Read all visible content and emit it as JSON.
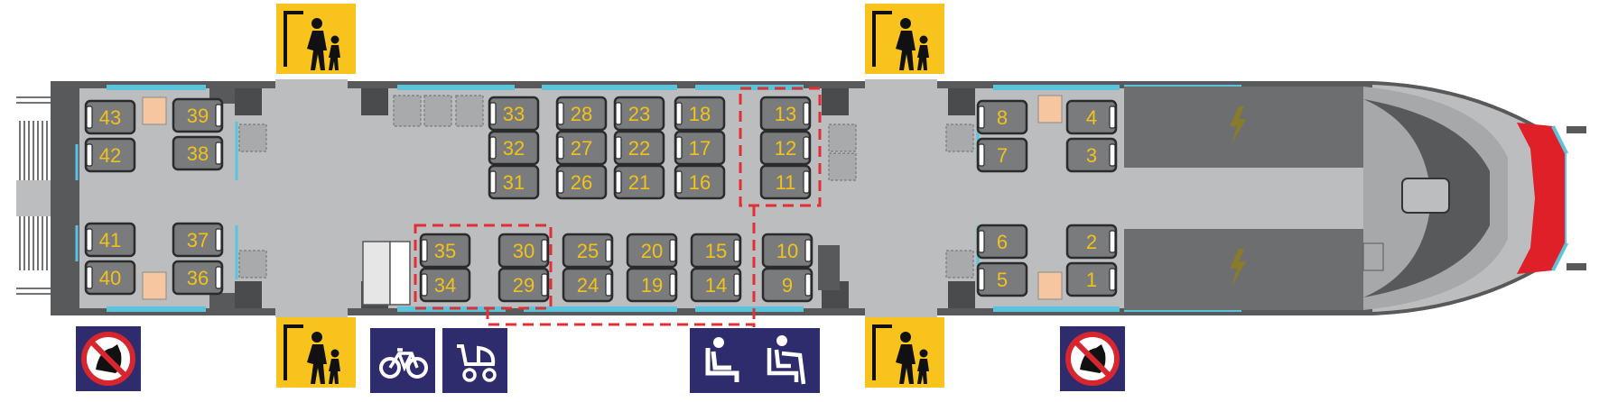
{
  "colors": {
    "body": "#bcbdbf",
    "body_dark": "#58595b",
    "window": "#5bc4dc",
    "seat_fill": "#7a7b7d",
    "seat_text": "#f2c21b",
    "seat_back": "#ffffff",
    "bench": "#f5c6a0",
    "equipment": "#6d6e70",
    "lightning": "#8a7a2c",
    "door_sign": "#f7c31c",
    "pictogram_bg": "#2f2c6e",
    "no_dog_red": "#d8262e",
    "dashed_red": "#e03036",
    "cab_red": "#e02028",
    "cab_blue": "#5bc4dc"
  },
  "seats": {
    "rear_section": [
      "43",
      "42",
      "41",
      "40",
      "39",
      "38",
      "37",
      "36"
    ],
    "middle_upper": [
      "33",
      "32",
      "31",
      "28",
      "27",
      "26",
      "23",
      "22",
      "21",
      "18",
      "17",
      "16",
      "13",
      "12",
      "11"
    ],
    "middle_lower": [
      "35",
      "34",
      "30",
      "29",
      "25",
      "24",
      "20",
      "19",
      "15",
      "14",
      "10",
      "9"
    ],
    "front_section": [
      "8",
      "7",
      "6",
      "5",
      "4",
      "3",
      "2",
      "1"
    ]
  },
  "pictograms": {
    "door_signs": [
      "door-pedestrian-with-child",
      "door-pedestrian-with-child",
      "door-pedestrian-with-child",
      "door-pedestrian-with-child"
    ],
    "no_dogs": [
      "no-dogs-icon",
      "no-dogs-icon"
    ],
    "bicycle": "bicycle-icon",
    "pram": "pram-icon",
    "priority_seat": "priority-seat-icon",
    "elderly_seat": "elderly-seat-icon"
  }
}
